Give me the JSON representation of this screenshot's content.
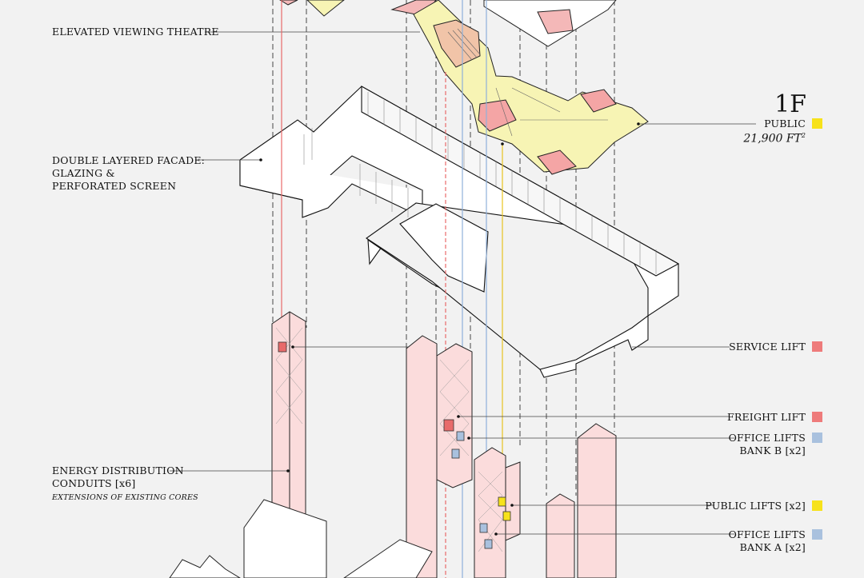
{
  "labels": {
    "viewing_theatre": "ELEVATED VIEWING THEATRE",
    "facade_line1": "DOUBLE LAYERED FACADE:",
    "facade_line2": "GLAZING &",
    "facade_line3": "PERFORATED SCREEN",
    "energy_line1": "ENERGY DISTRIBUTION",
    "energy_line2": "CONDUITS [x6]",
    "energy_sub": "EXTENSIONS OF EXISTING CORES",
    "service_lift": "SERVICE  LIFT",
    "freight_lift": "FREIGHT  LIFT",
    "office_b_line1": "OFFICE LIFTS",
    "office_b_line2": "BANK B [x2]",
    "public_lifts": "PUBLIC LIFTS [x2]",
    "office_a_line1": "OFFICE LIFTS",
    "office_a_line2": "BANK A [x2]"
  },
  "floor": {
    "number": "1F",
    "use": "PUBLIC",
    "area": "21,900 FT",
    "area_unit_sup": "2"
  },
  "colors": {
    "public": "#f7e21b",
    "service": "#ee7b7b",
    "office": "#a9c1de",
    "core_fill": "#fbdcdc",
    "plate_yellow": "#f7f4b4",
    "red_line": "#e86a6a",
    "blue_line": "#8fb0da",
    "yellow_line": "#e8c420"
  }
}
